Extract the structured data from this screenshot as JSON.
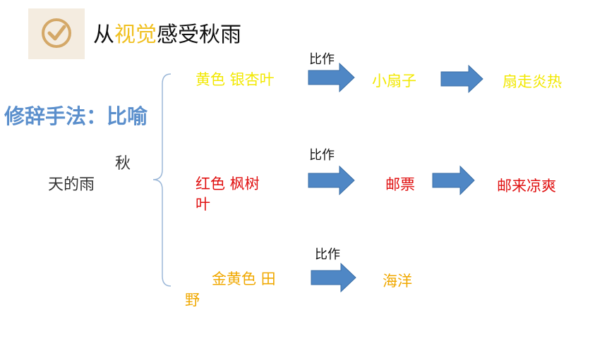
{
  "slide": {
    "title_part1": "从",
    "title_accent": "视觉",
    "title_part2": "感受秋雨",
    "rhetoric": "修辞手法：比喻",
    "subject_top": "秋",
    "subject_bottom": "天的雨"
  },
  "rows": [
    {
      "color_word": "黄色 银杏叶",
      "compare_label": "比作",
      "metaphor": "小扇子",
      "meaning": "扇走炎热"
    },
    {
      "color_word_line1": "红色  枫树",
      "color_word_line2": "叶",
      "compare_label": "比作",
      "metaphor": "邮票",
      "meaning": "邮来凉爽"
    },
    {
      "color_word_line1": "金黄色    田",
      "color_word_line2": "野",
      "compare_label": "比作",
      "metaphor": "海洋"
    }
  ],
  "colors": {
    "title_accent": "#f0c020",
    "rhetoric": "#5b8fcc",
    "row1_text": "#f2e800",
    "row2_text": "#e01010",
    "row3_text": "#f0a800",
    "arrow_fill": "#4f87c5",
    "arrow_stroke": "#3a6ea5"
  },
  "icons": {
    "title_icon": "checkmark-circle-icon",
    "arrows": "right-arrow-icon"
  }
}
